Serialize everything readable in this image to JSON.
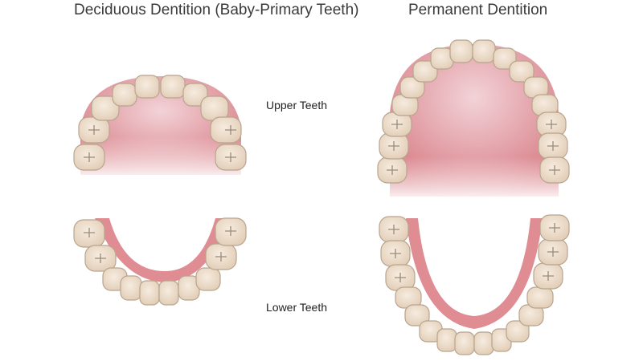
{
  "titles": {
    "deciduous": "Deciduous Dentition (Baby-Primary Teeth)",
    "permanent": "Permanent Dentition"
  },
  "labels": {
    "upper": "Upper Teeth",
    "lower": "Lower Teeth"
  },
  "diagrams": [
    {
      "name": "deciduous-upper-arch",
      "tooth_count": 10
    },
    {
      "name": "deciduous-lower-arch",
      "tooth_count": 10
    },
    {
      "name": "permanent-upper-arch",
      "tooth_count": 16
    },
    {
      "name": "permanent-lower-arch",
      "tooth_count": 16
    }
  ],
  "colors": {
    "tooth": "#ecdccb",
    "tooth_outline": "#b8a58f",
    "gum": "#d98a8f",
    "title_text": "#3a3a3a"
  }
}
